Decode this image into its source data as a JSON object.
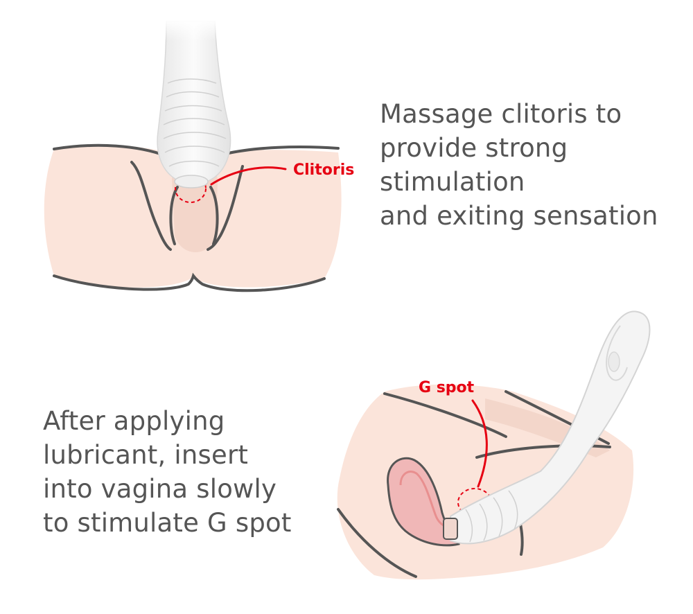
{
  "top_panel": {
    "caption_lines": [
      "Massage clitoris to",
      "provide strong",
      "stimulation",
      "and exiting sensation"
    ],
    "callout_label": "Clitoris"
  },
  "bottom_panel": {
    "caption_lines": [
      "After applying",
      "lubricant, insert",
      "into vagina slowly",
      "to stimulate G spot"
    ],
    "callout_label": "G spot"
  },
  "colors": {
    "skin": "#fbe4da",
    "skin_shade": "#f3d6ca",
    "outline": "#555555",
    "accent_red": "#e60012",
    "device": "#f4f4f4",
    "organ_pink": "#f0b7b7",
    "caption_text": "#555555"
  }
}
